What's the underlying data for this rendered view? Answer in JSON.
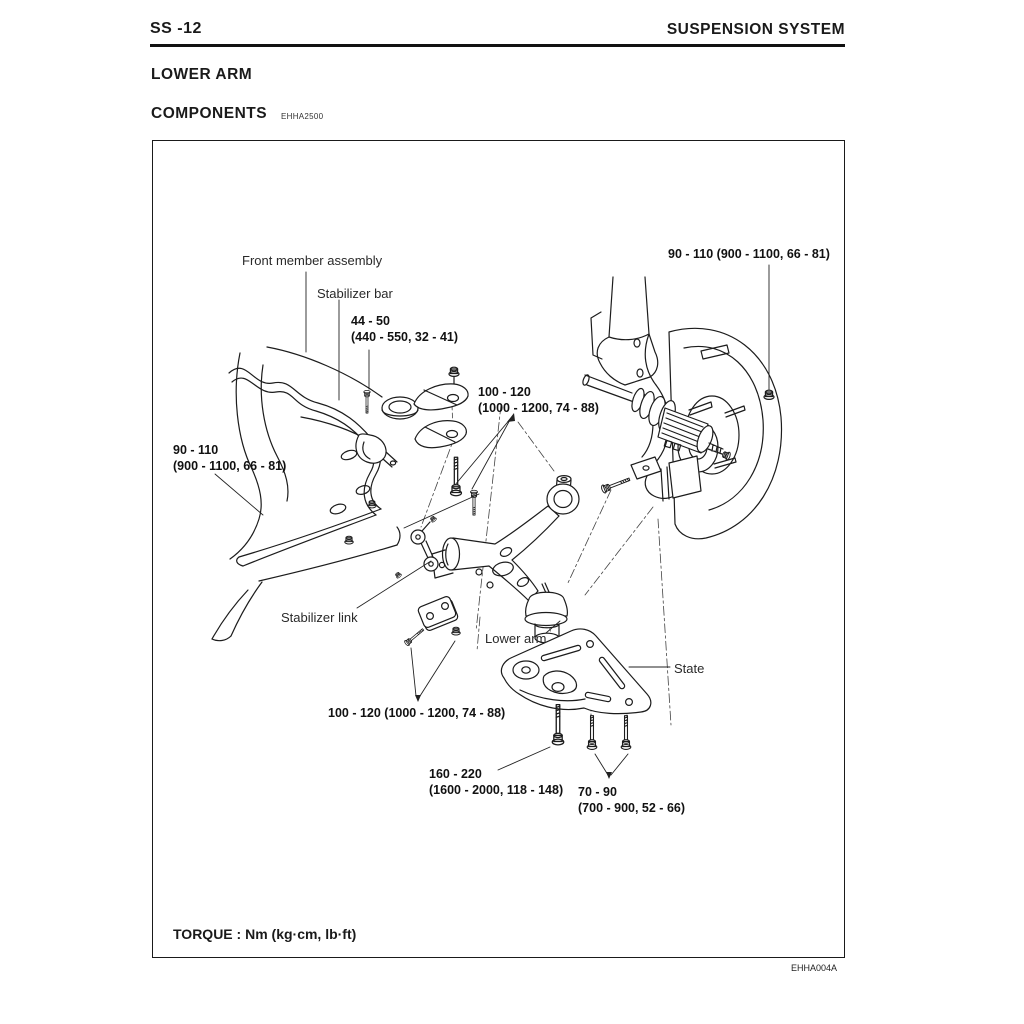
{
  "header": {
    "page_code": "SS -12",
    "title": "SUSPENSION SYSTEM"
  },
  "section": {
    "title": "LOWER ARM"
  },
  "components": {
    "heading": "COMPONENTS",
    "code": "EHHA2500"
  },
  "figure": {
    "torque_note": "TORQUE : Nm (kg·cm, lb·ft)",
    "figure_code": "EHHA004A",
    "part_labels": {
      "front_member": "Front member assembly",
      "stabilizer_bar": "Stabilizer bar",
      "stabilizer_link": "Stabilizer link",
      "lower_arm": "Lower arm",
      "state": "State"
    },
    "torques": {
      "stab_bar_bracket": {
        "l1": "44 - 50",
        "l2": "(440 - 550, 32 - 41)"
      },
      "strut_nut": {
        "l1": "90 - 110 (900 - 1100, 66 - 81)"
      },
      "member_mid": {
        "l1": "100 - 120",
        "l2": "(1000 - 1200, 74 - 88)"
      },
      "member_left": {
        "l1": "90 - 110",
        "l2": "(900 - 1100, 66 - 81)"
      },
      "link_bracket": {
        "l1": "100 - 120 (1000 - 1200, 74 - 88)"
      },
      "plate_front_bolt": {
        "l1": "160 - 220",
        "l2": "(1600 - 2000, 118 - 148)"
      },
      "plate_rear_bolts": {
        "l1": "70 - 90",
        "l2": "(700 - 900, 52 - 66)"
      }
    }
  },
  "colors": {
    "ink": "#1a1a1a",
    "paper": "#ffffff"
  }
}
